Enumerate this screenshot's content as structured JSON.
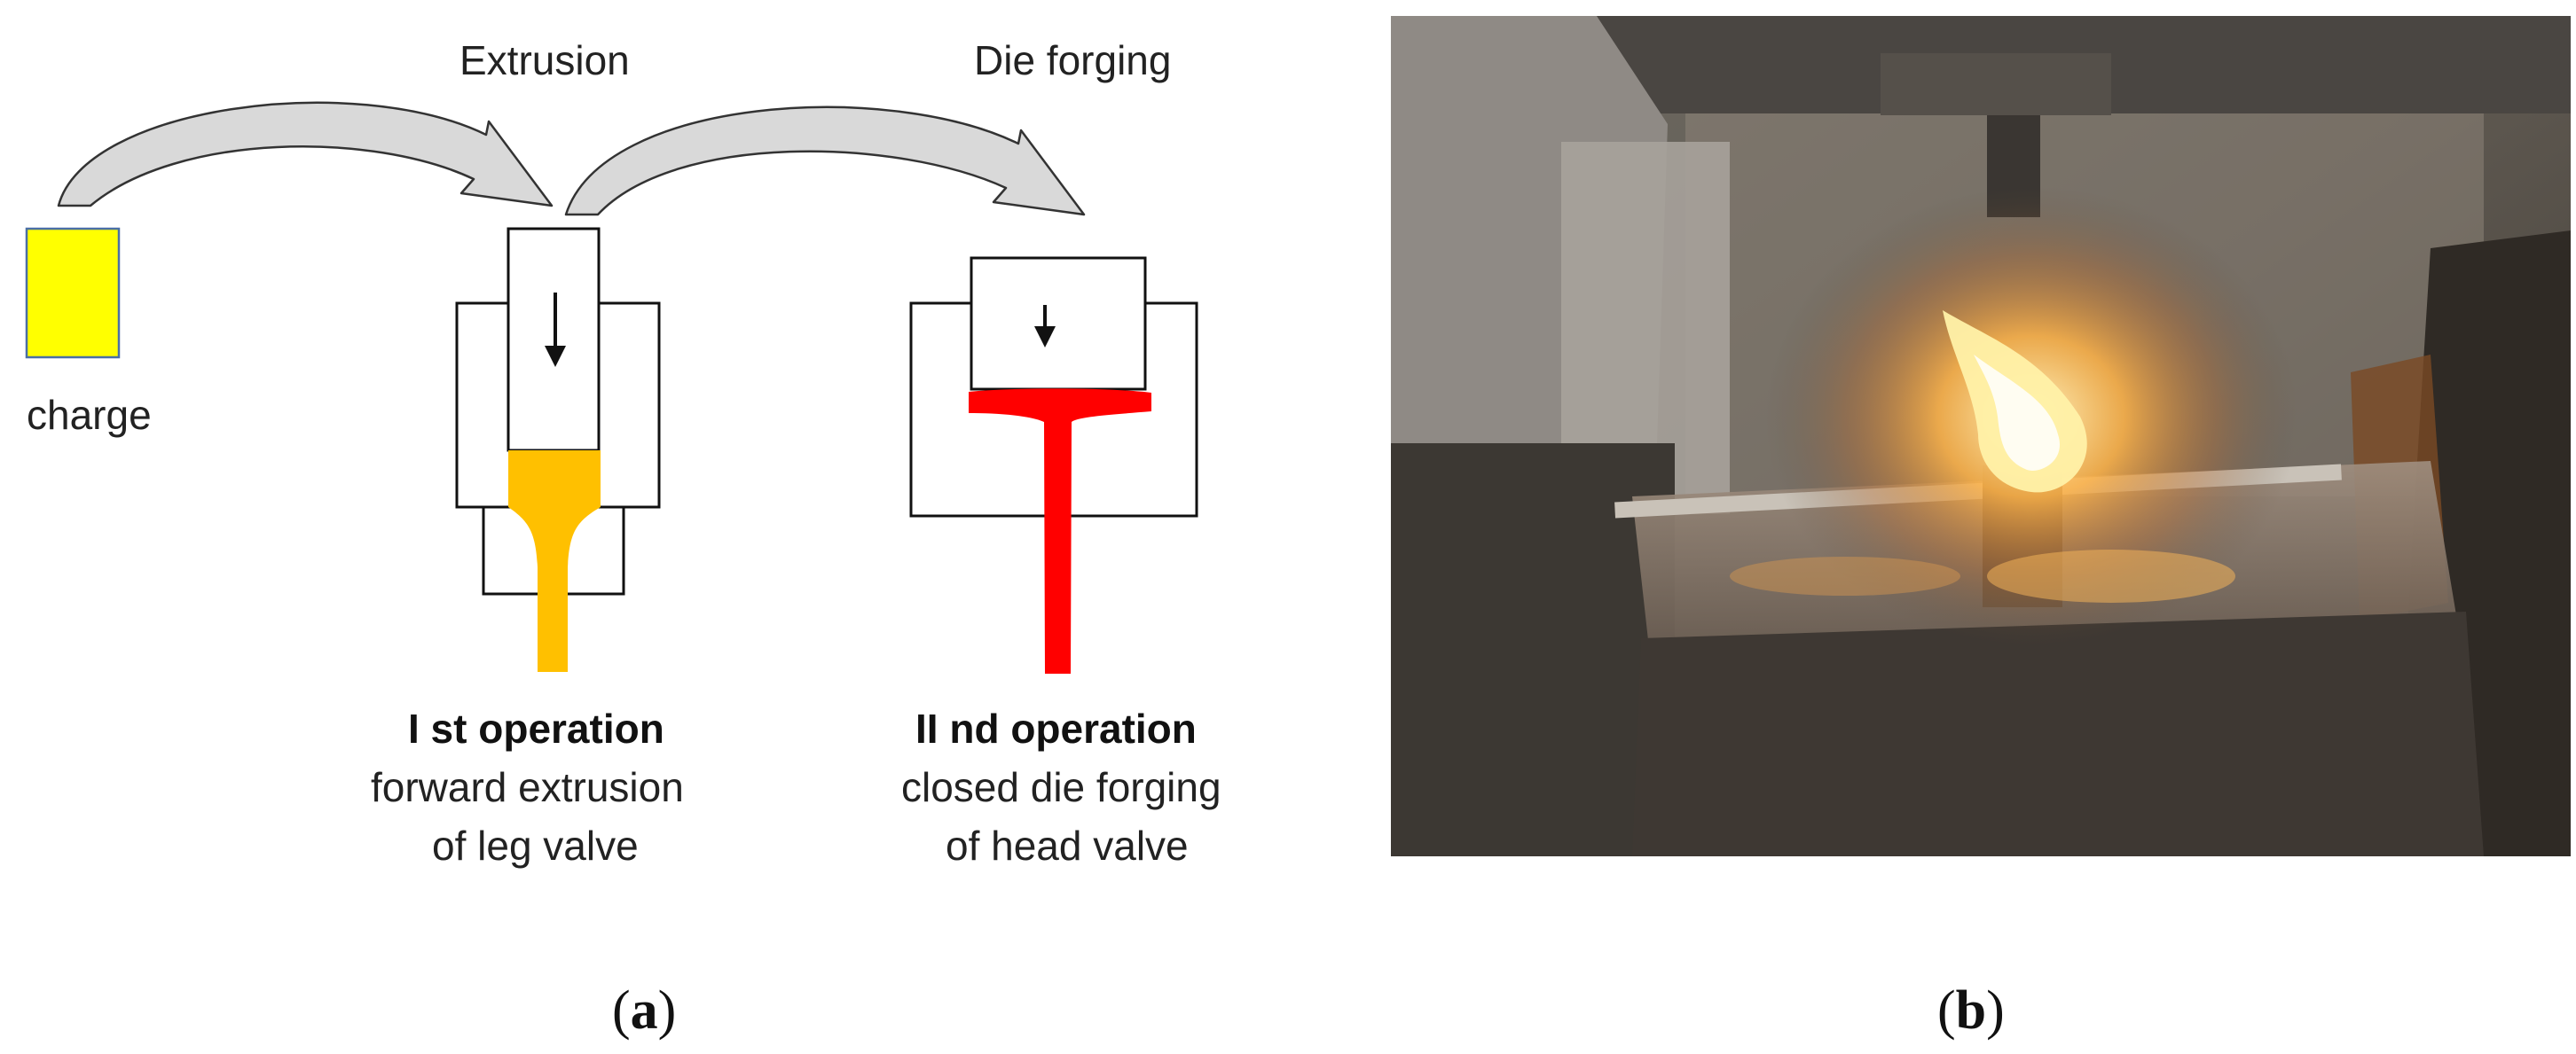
{
  "panel_a": {
    "top_labels": {
      "extrusion": "Extrusion",
      "die_forging": "Die forging"
    },
    "charge_label": "charge",
    "operation_1": {
      "title": "I st operation",
      "line1": "forward extrusion",
      "line2": "of leg valve"
    },
    "operation_2": {
      "title": "II nd operation",
      "line1": "closed die forging",
      "line2": "of head valve"
    },
    "colors": {
      "charge": "#ffff00",
      "extruded_part": "#ffc000",
      "forged_part": "#ff0000",
      "arrow_fill": "#d9d9d9"
    }
  },
  "captions": {
    "a": {
      "open": "(",
      "letter": "a",
      "close": ")"
    },
    "b": {
      "open": "(",
      "letter": "b",
      "close": ")"
    }
  },
  "panel_b": {
    "type": "photograph",
    "subject": "hot forging press with flame"
  }
}
